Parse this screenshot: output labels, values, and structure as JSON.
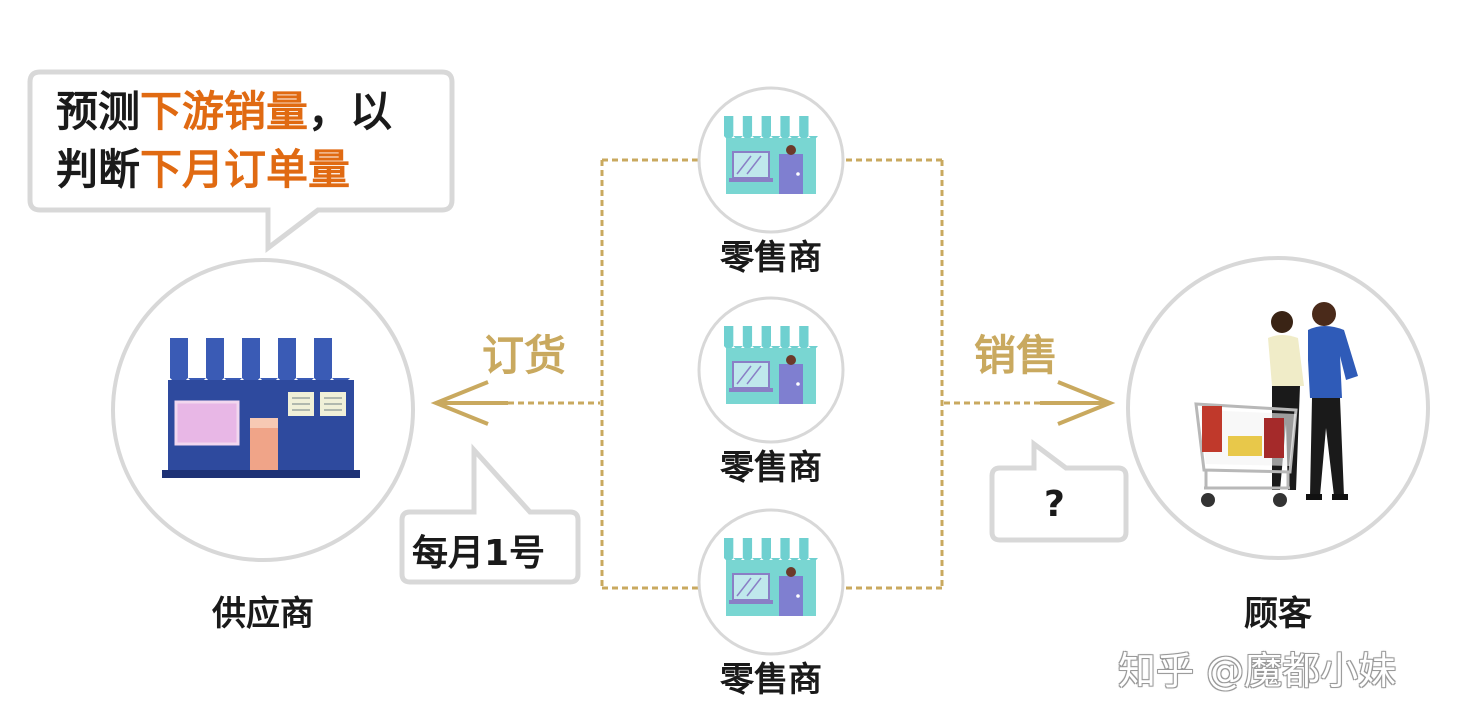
{
  "callout": {
    "line1_prefix": "预测",
    "line1_highlight": "下游销量",
    "line1_suffix": "，以",
    "line2_prefix": "判断",
    "line2_highlight": "下月订单量"
  },
  "supplier": {
    "label": "供应商"
  },
  "retailers": [
    {
      "label": "零售商"
    },
    {
      "label": "零售商"
    },
    {
      "label": "零售商"
    }
  ],
  "customer": {
    "label": "顾客"
  },
  "flows": {
    "order_label": "订货",
    "sales_label": "销售"
  },
  "order_timing": {
    "text": "每月1号"
  },
  "sales_timing": {
    "text": "?"
  },
  "watermark": {
    "text": "知乎 @魔都小妹"
  },
  "colors": {
    "highlight": "#e06a12",
    "connector": "#c9a95f",
    "circle_border": "#d3d3d3",
    "store_dark_blue": "#2e4a9e",
    "store_teal": "#6fd0d0"
  }
}
